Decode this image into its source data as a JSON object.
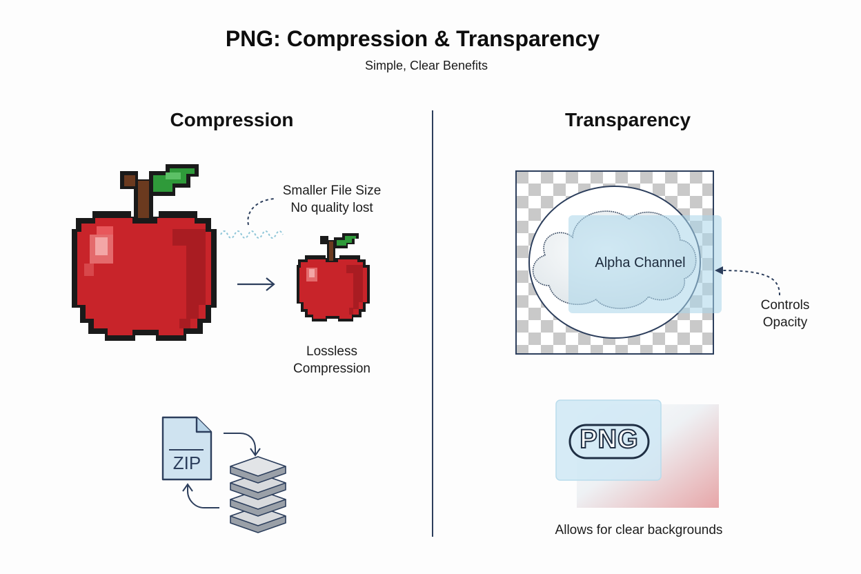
{
  "title": "PNG: Compression & Transparency",
  "subtitle": "Simple, Clear Benefits",
  "compression": {
    "heading": "Compression",
    "size_note_line1": "Smaller File Size",
    "size_note_line2": "No quality lost",
    "lossless_line1": "Lossless",
    "lossless_line2": "Compression",
    "zip_label": "ZIP"
  },
  "transparency": {
    "heading": "Transparency",
    "alpha_label": "Alpha Channel",
    "opacity_line1": "Controls",
    "opacity_line2": "Opacity",
    "png_badge": "PNG",
    "backgrounds_caption": "Allows for clear backgrounds"
  },
  "colors": {
    "apple_red": "#c8242a",
    "leaf_green": "#2f9a3a",
    "navy": "#2c3e5c",
    "light_blue": "#bfe0ee"
  }
}
